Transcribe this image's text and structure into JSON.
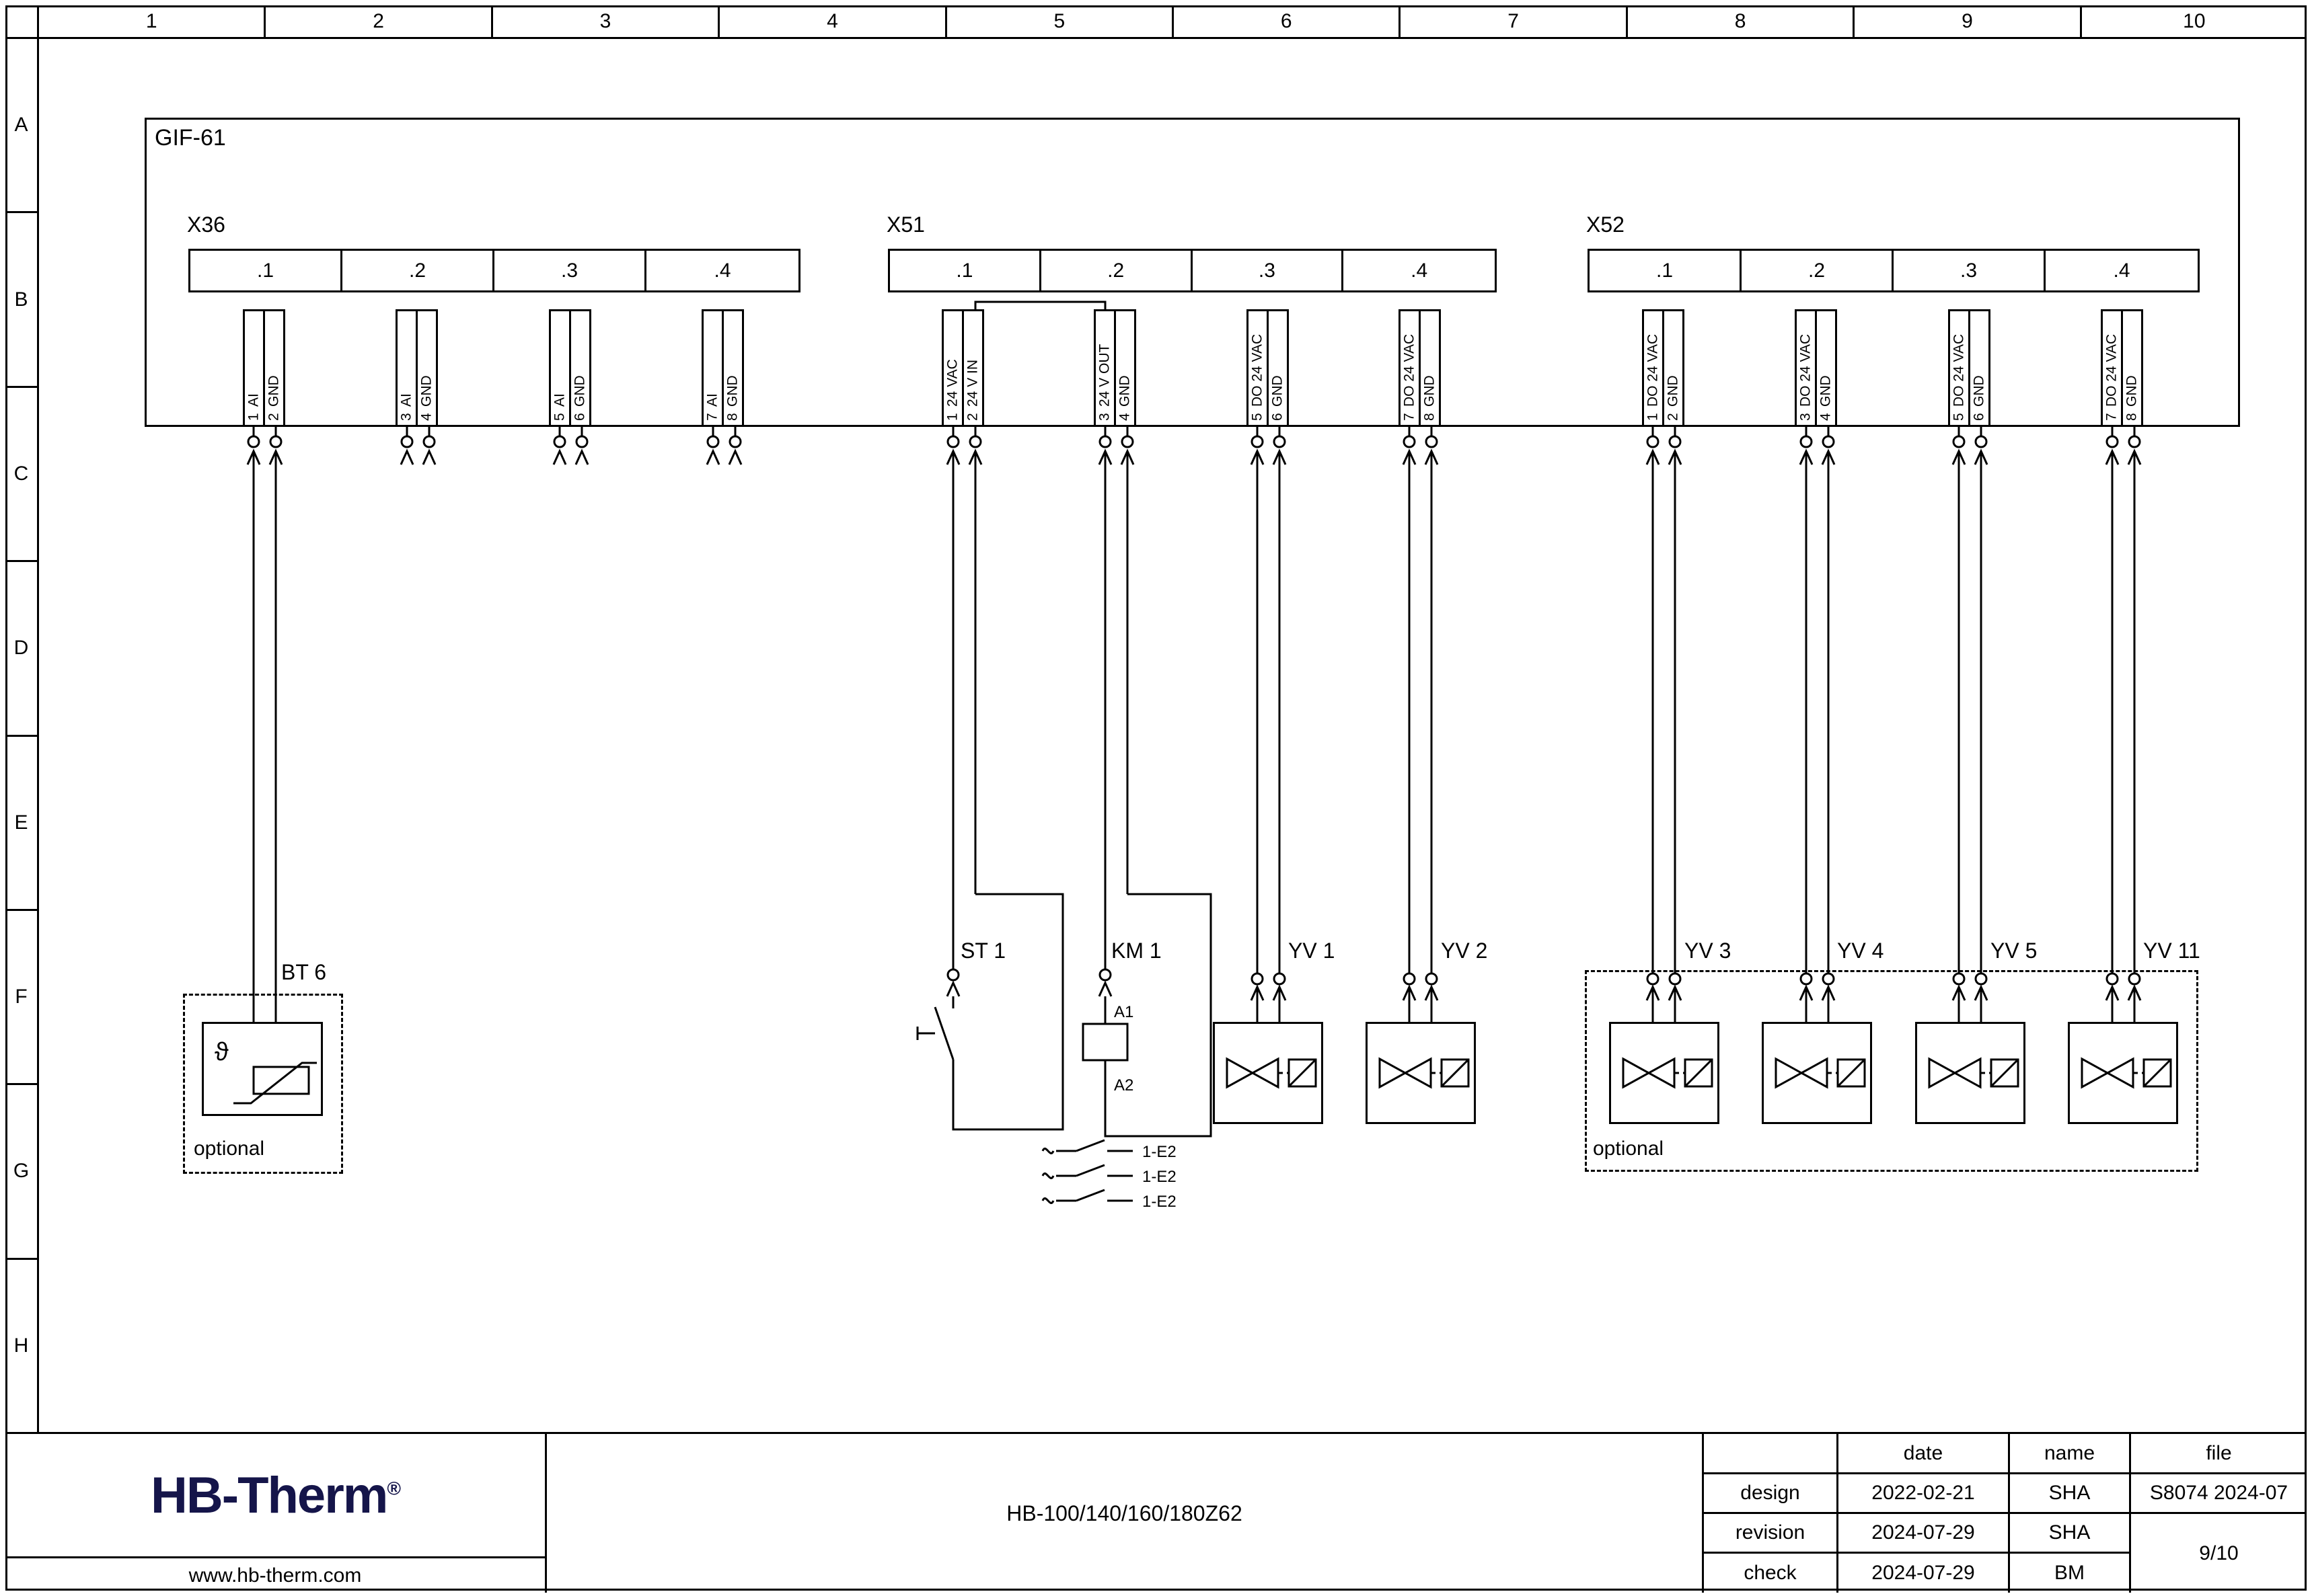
{
  "ruler": {
    "columns": [
      "1",
      "2",
      "3",
      "4",
      "5",
      "6",
      "7",
      "8",
      "9",
      "10"
    ],
    "rows": [
      "A",
      "B",
      "C",
      "D",
      "E",
      "F",
      "G",
      "H"
    ]
  },
  "module": {
    "label": "GIF-61"
  },
  "connectors": [
    {
      "name": "X36",
      "slots": [
        {
          "label": ".1",
          "terminals": [
            {
              "pin": "1",
              "signal": "AI"
            },
            {
              "pin": "2",
              "signal": "GND"
            }
          ]
        },
        {
          "label": ".2",
          "terminals": [
            {
              "pin": "3",
              "signal": "AI"
            },
            {
              "pin": "4",
              "signal": "GND"
            }
          ]
        },
        {
          "label": ".3",
          "terminals": [
            {
              "pin": "5",
              "signal": "AI"
            },
            {
              "pin": "6",
              "signal": "GND"
            }
          ]
        },
        {
          "label": ".4",
          "terminals": [
            {
              "pin": "7",
              "signal": "AI"
            },
            {
              "pin": "8",
              "signal": "GND"
            }
          ]
        }
      ]
    },
    {
      "name": "X51",
      "slots": [
        {
          "label": ".1",
          "terminals": [
            {
              "pin": "1",
              "signal": "24 VAC"
            },
            {
              "pin": "2",
              "signal": "24 V IN"
            }
          ]
        },
        {
          "label": ".2",
          "terminals": [
            {
              "pin": "3",
              "signal": "24 V OUT"
            },
            {
              "pin": "4",
              "signal": "GND"
            }
          ]
        },
        {
          "label": ".3",
          "terminals": [
            {
              "pin": "5",
              "signal": "DO 24 VAC"
            },
            {
              "pin": "6",
              "signal": "GND"
            }
          ]
        },
        {
          "label": ".4",
          "terminals": [
            {
              "pin": "7",
              "signal": "DO 24 VAC"
            },
            {
              "pin": "8",
              "signal": "GND"
            }
          ]
        }
      ]
    },
    {
      "name": "X52",
      "slots": [
        {
          "label": ".1",
          "terminals": [
            {
              "pin": "1",
              "signal": "DO 24 VAC"
            },
            {
              "pin": "2",
              "signal": "GND"
            }
          ]
        },
        {
          "label": ".2",
          "terminals": [
            {
              "pin": "3",
              "signal": "DO 24 VAC"
            },
            {
              "pin": "4",
              "signal": "GND"
            }
          ]
        },
        {
          "label": ".3",
          "terminals": [
            {
              "pin": "5",
              "signal": "DO 24 VAC"
            },
            {
              "pin": "6",
              "signal": "GND"
            }
          ]
        },
        {
          "label": ".4",
          "terminals": [
            {
              "pin": "7",
              "signal": "DO 24 VAC"
            },
            {
              "pin": "8",
              "signal": "GND"
            }
          ]
        }
      ]
    }
  ],
  "components": {
    "bt6": {
      "label": "BT 6",
      "optional": "optional",
      "symbol": "ϑ"
    },
    "st1": {
      "label": "ST 1"
    },
    "km1": {
      "label": "KM 1",
      "a1": "A1",
      "a2": "A2"
    },
    "aux_contacts": [
      {
        "label": "1-E2"
      },
      {
        "label": "1-E2"
      },
      {
        "label": "1-E2"
      }
    ],
    "valves": [
      {
        "label": "YV 1"
      },
      {
        "label": "YV 2"
      },
      {
        "label": "YV 3"
      },
      {
        "label": "YV 4"
      },
      {
        "label": "YV 5"
      },
      {
        "label": "YV 11"
      }
    ],
    "optional_group": "optional"
  },
  "title_block": {
    "logo_text": "HB-Therm",
    "logo_reg": "®",
    "website": "www.hb-therm.com",
    "drawing_title": "HB-100/140/160/180Z62",
    "col_date": "date",
    "col_name": "name",
    "col_file": "file",
    "rows": [
      {
        "label": "design",
        "date": "2022-02-21",
        "name": "SHA"
      },
      {
        "label": "revision",
        "date": "2024-07-29",
        "name": "SHA"
      },
      {
        "label": "check",
        "date": "2024-07-29",
        "name": "BM"
      }
    ],
    "file_value": "S8074 2024-07",
    "page": "9/10"
  },
  "colors": {
    "line": "#000000",
    "logo": "#15154a",
    "background": "#ffffff"
  }
}
